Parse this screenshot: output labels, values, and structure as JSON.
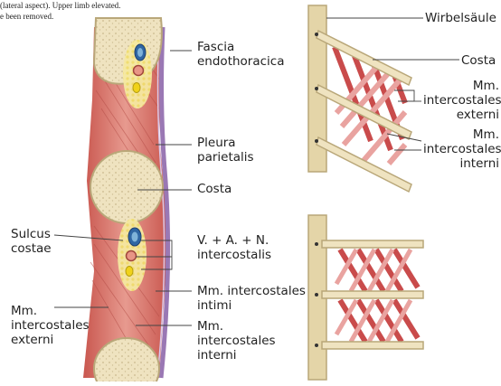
{
  "caption": {
    "line1": "(lateral aspect). Upper limb elevated.",
    "line2": "e been removed."
  },
  "left_figure": {
    "fascia": [
      "Fascia",
      "endothoracica"
    ],
    "pleura": [
      "Pleura",
      "parietalis"
    ],
    "costa": "Costa",
    "sulcus": [
      "Sulcus",
      "costae"
    ],
    "vessels": [
      "V. + A. + N.",
      "intercostalis"
    ],
    "intimi": [
      "Mm. intercostales",
      "intimi"
    ],
    "interni": [
      "Mm.",
      "intercostales",
      "interni"
    ],
    "externi": [
      "Mm.",
      "intercostales",
      "externi"
    ]
  },
  "right_figure": {
    "spine": "Wirbelsäule",
    "costa": "Costa",
    "externi": [
      "Mm.",
      "intercostales",
      "externi"
    ],
    "interni": [
      "Mm.",
      "intercostales",
      "interni"
    ]
  },
  "colors": {
    "bone_fill": "#efe3c0",
    "bone_stroke": "#b9a779",
    "muscle_dark": "#c94b4b",
    "muscle_light": "#e9a3a0",
    "pleura": "#9a78b4",
    "vein": "#3a70a8",
    "nerve": "#f0d21a"
  }
}
